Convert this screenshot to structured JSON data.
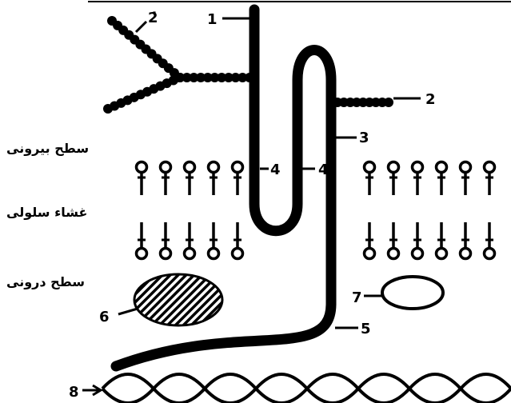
{
  "labels": {
    "outer_surface": "سطح بیرونی",
    "cell_membrane": "غشاء سلولی",
    "inner_surface": "سطح درونی"
  },
  "numbers": {
    "n1": "1",
    "n2": "2",
    "n2_prime": "2̇",
    "n3": "3",
    "n4_left": "4",
    "n4_right": "4",
    "n5": "5",
    "n6": "6",
    "n7": "7",
    "n8": "8"
  },
  "colors": {
    "ink": "#000000",
    "background": "#ffffff"
  }
}
